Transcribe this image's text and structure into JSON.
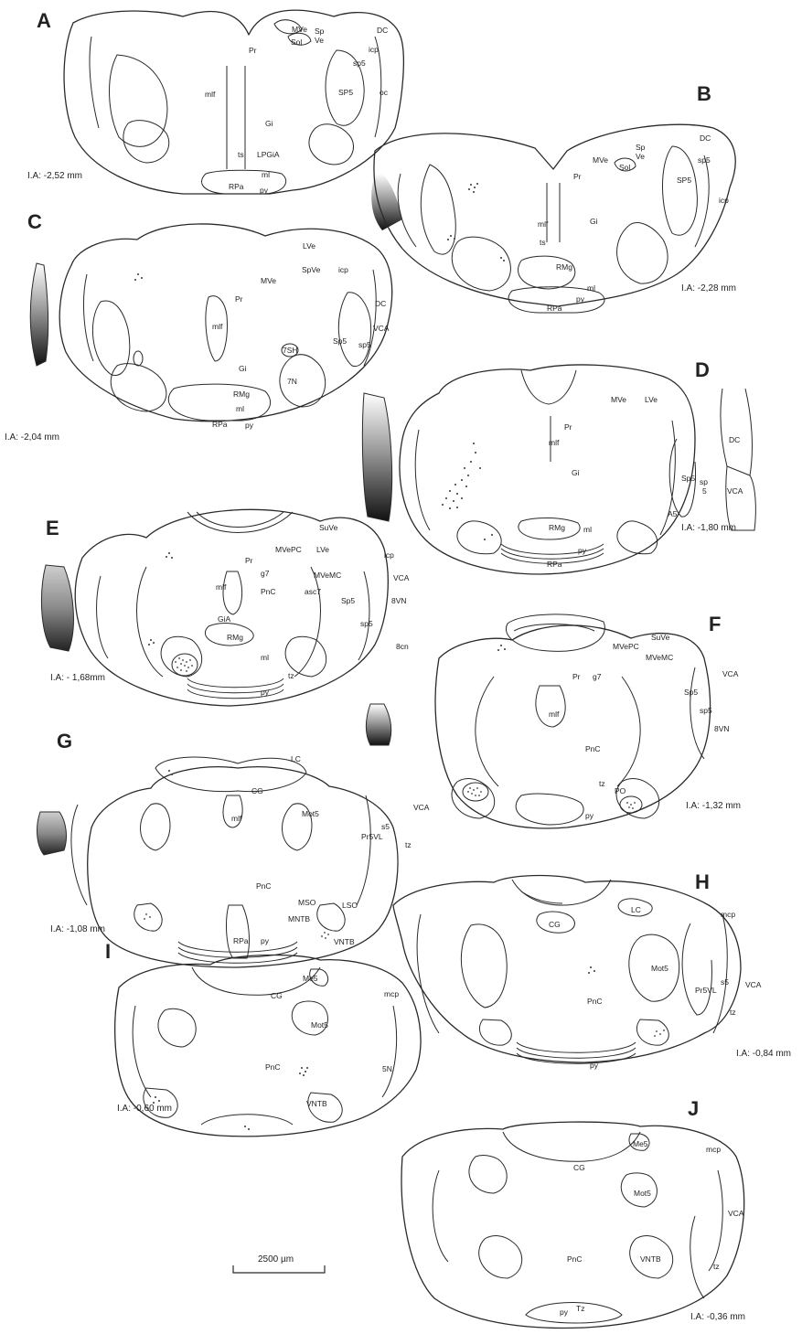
{
  "panels": [
    {
      "letter": "A",
      "ia": "I.A: -2,52 mm",
      "regions": [
        "MVe",
        "Sp Ve",
        "Sol",
        "DC",
        "icp",
        "sp5",
        "SP5",
        "oc",
        "Pr",
        "mlf",
        "Gi",
        "LPGiA",
        "ts",
        "ml",
        "RPa",
        "py"
      ]
    },
    {
      "letter": "B",
      "ia": "I.A: -2,28 mm",
      "regions": [
        "Sp Ve",
        "MVe",
        "Sol",
        "Pr",
        "DC",
        "sp5",
        "SP5",
        "icp",
        "mlf",
        "Gi",
        "ts",
        "RMg",
        "ml",
        "py",
        "RPa"
      ]
    },
    {
      "letter": "C",
      "ia": "I.A: -2,04 mm",
      "regions": [
        "LVe",
        "SpVe",
        "MVe",
        "icp",
        "DC",
        "VCA",
        "Pr",
        "mlf",
        "Sp5",
        "sp5",
        "7SH",
        "Gi",
        "7N",
        "RMg",
        "ml",
        "RPa",
        "py"
      ]
    },
    {
      "letter": "D",
      "ia": "I.A: -1,80 mm",
      "regions": [
        "MVe",
        "LVe",
        "Pr",
        "mlf",
        "DC",
        "Sp5",
        "sp 5",
        "VCA",
        "Gi",
        "A5",
        "RMg",
        "ml",
        "py",
        "RPa"
      ]
    },
    {
      "letter": "E",
      "ia": "I.A: - 1,68mm",
      "regions": [
        "SuVe",
        "MVePC",
        "LVe",
        "Pr",
        "g7",
        "MVeMC",
        "icp",
        "VCA",
        "mlf",
        "PnC",
        "asc7",
        "Sp5",
        "sp5",
        "8VN",
        "8cn",
        "GiA",
        "RMg",
        "ml",
        "tz",
        "py"
      ]
    },
    {
      "letter": "F",
      "ia": "I.A: -1,32 mm",
      "regions": [
        "MVePC",
        "SuVe",
        "MVeMC",
        "VCA",
        "Pr",
        "g7",
        "Sp5",
        "sp5",
        "8VN",
        "mlf",
        "PnC",
        "PO",
        "tz",
        "py"
      ]
    },
    {
      "letter": "G",
      "ia": "I.A: -1,08 mm",
      "regions": [
        "LC",
        "CG",
        "mlf",
        "Mot5",
        "VCA",
        "Pr5VL",
        "s5",
        "tz",
        "PnC",
        "MSO",
        "LSO",
        "MNTB",
        "VNTB",
        "RPa",
        "py"
      ]
    },
    {
      "letter": "H",
      "ia": "I.A: -0,84 mm",
      "regions": [
        "LC",
        "CG",
        "mcp",
        "Mot5",
        "Pr5VL",
        "s5",
        "VCA",
        "tz",
        "PnC",
        "py"
      ]
    },
    {
      "letter": "I",
      "ia": "I.A: -0,60 mm",
      "regions": [
        "CG",
        "Me5",
        "mcp",
        "Mot5",
        "PnC",
        "5N",
        "VNTB"
      ]
    },
    {
      "letter": "J",
      "ia": "I.A: -0,36 mm",
      "regions": [
        "CG",
        "Me5",
        "mcp",
        "Mot5",
        "VCA",
        "tz",
        "PnC",
        "VNTB",
        "py",
        "Tz"
      ]
    }
  ],
  "scale_bar": {
    "label": "2500 µm"
  }
}
